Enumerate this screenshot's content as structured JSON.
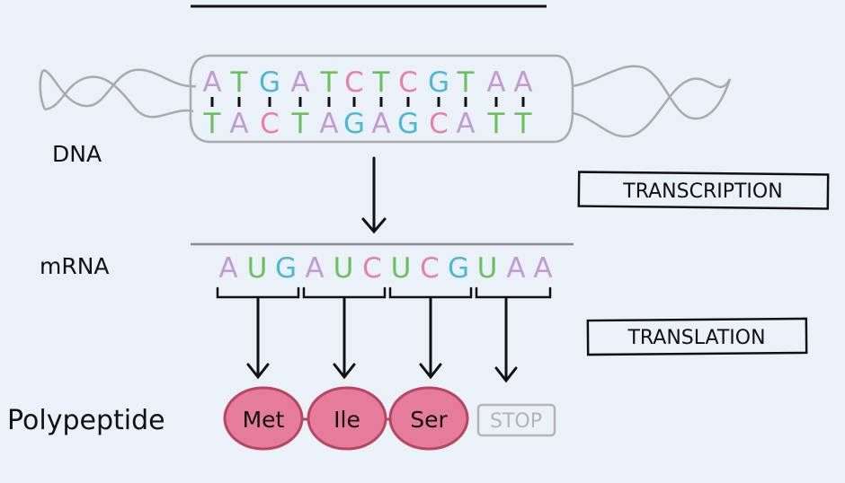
{
  "colors": {
    "background": "#ebf1f8",
    "A": "#c39bd3",
    "T": "#6cbf5c",
    "G": "#4bb8d8",
    "C": "#e87fab",
    "U": "#6cbf5c",
    "residue_fill": "#e57c9c",
    "residue_stroke": "#b8465e",
    "stop": "#b4b4b4",
    "ink": "#111111",
    "helix": "#aaaaaa"
  },
  "labels": {
    "dna": "DNA",
    "mrna": "mRNA",
    "polypeptide": "Polypeptide",
    "transcription": "TRANSCRIPTION",
    "translation": "TRANSLATION"
  },
  "dna": {
    "top_strand": [
      "A",
      "T",
      "G",
      "A",
      "T",
      "C",
      "T",
      "C",
      "G",
      "T",
      "A",
      "A"
    ],
    "bottom_strand": [
      "T",
      "A",
      "C",
      "T",
      "A",
      "G",
      "A",
      "G",
      "C",
      "A",
      "T",
      "T"
    ]
  },
  "mrna": {
    "bases": [
      "A",
      "U",
      "G",
      "A",
      "U",
      "C",
      "U",
      "C",
      "G",
      "U",
      "A",
      "A"
    ]
  },
  "polypeptide": {
    "residues": [
      "Met",
      "Ile",
      "Ser"
    ],
    "stop_label": "STOP"
  }
}
